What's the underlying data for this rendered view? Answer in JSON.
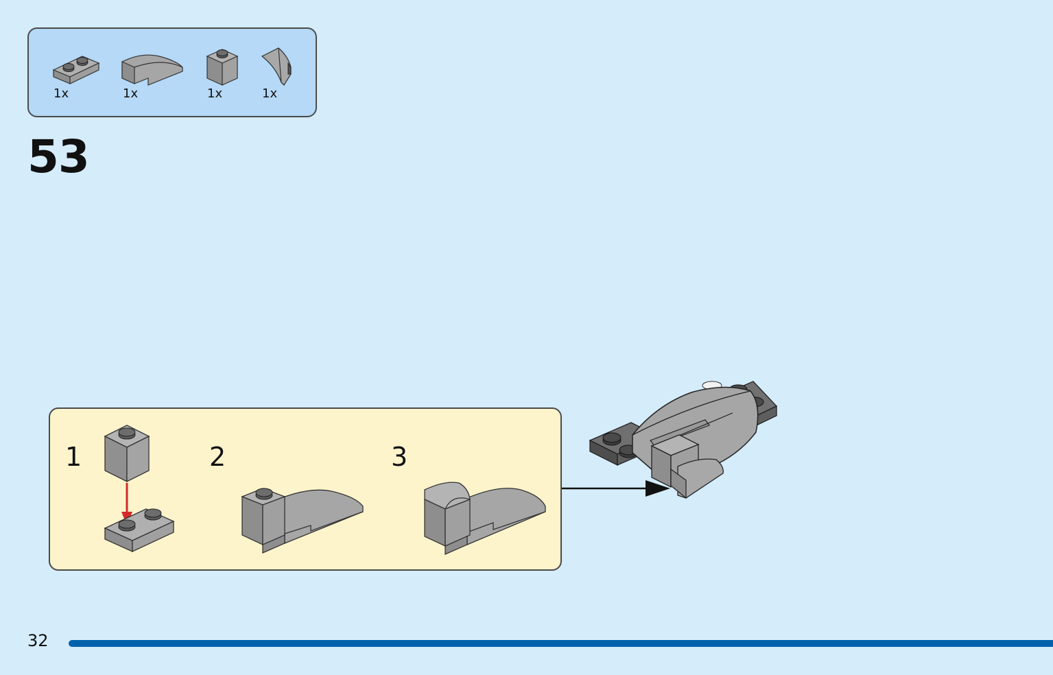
{
  "parts_list": {
    "items": [
      {
        "icon": "plate-1x2-icon",
        "qty": "1x"
      },
      {
        "icon": "curved-slope-icon",
        "qty": "1x"
      },
      {
        "icon": "brick-1x1-icon",
        "qty": "1x"
      },
      {
        "icon": "slope-wedge-icon",
        "qty": "1x"
      }
    ]
  },
  "step": {
    "number": "53"
  },
  "substeps": [
    {
      "number": "1"
    },
    {
      "number": "2"
    },
    {
      "number": "3"
    }
  ],
  "footer": {
    "page_number": "32"
  },
  "colors": {
    "background": "#d5ecfa",
    "parts_box": "#b5d9f6",
    "substep_box": "#fdf4cc",
    "brick_gray": "#a0a0a0",
    "dark_gray": "#6b6b6b",
    "arrow_red": "#d42a2a",
    "footer_bar": "#0061ad"
  }
}
